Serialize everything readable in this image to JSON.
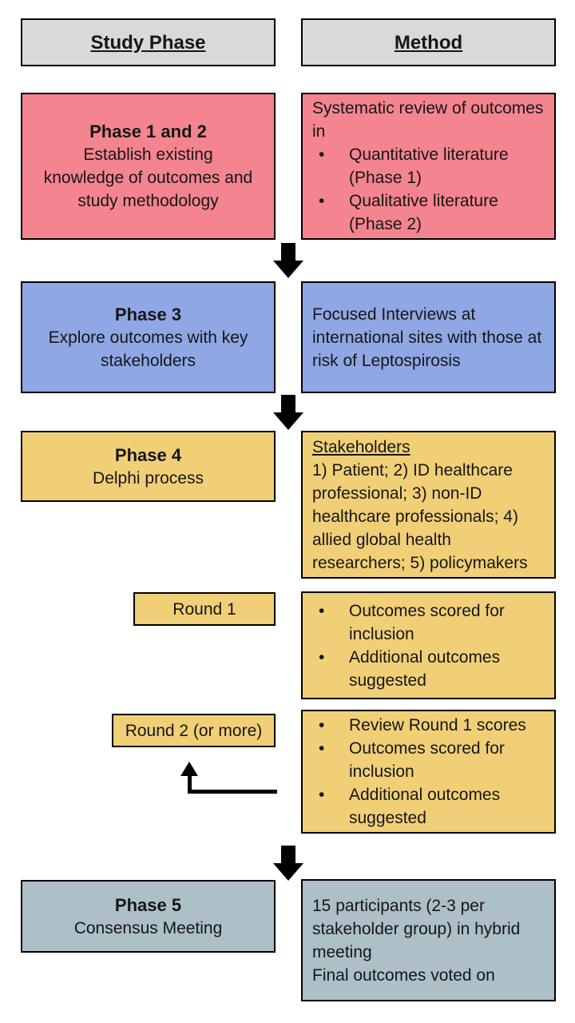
{
  "colors": {
    "header_bg": "#d9d9d9",
    "phase12_bg": "#f4848e",
    "phase3_bg": "#8fa7e4",
    "phase4_bg": "#f0cf77",
    "phase5_bg": "#adbfc7",
    "border": "#000000",
    "arrow": "#000000"
  },
  "headers": {
    "study_phase": "Study Phase",
    "method": "Method"
  },
  "phase12": {
    "title": "Phase 1 and 2",
    "desc": "Establish existing knowledge of outcomes and study methodology",
    "method_intro": "Systematic review of outcomes in",
    "bullets": [
      "Quantitative literature (Phase 1)",
      "Qualitative literature (Phase 2)"
    ]
  },
  "phase3": {
    "title": "Phase 3",
    "desc": "Explore outcomes with key stakeholders",
    "method": "Focused Interviews at international sites  with those at risk of Leptospirosis"
  },
  "phase4": {
    "title": "Phase 4",
    "desc": "Delphi process",
    "method_heading": "Stakeholders",
    "method": "1) Patient; 2) ID healthcare professional; 3) non-ID healthcare professionals; 4) allied global health researchers; 5) policymakers"
  },
  "round1": {
    "label": "Round 1",
    "bullets": [
      "Outcomes scored for inclusion",
      "Additional outcomes suggested"
    ]
  },
  "round2": {
    "label": "Round 2 (or more)",
    "bullets": [
      "Review Round 1 scores",
      "Outcomes scored for inclusion",
      "Additional outcomes suggested"
    ]
  },
  "phase5": {
    "title": "Phase 5",
    "desc": "Consensus Meeting",
    "method_line1": "15 participants (2-3 per stakeholder group) in hybrid meeting",
    "method_line2": "Final outcomes voted on"
  }
}
